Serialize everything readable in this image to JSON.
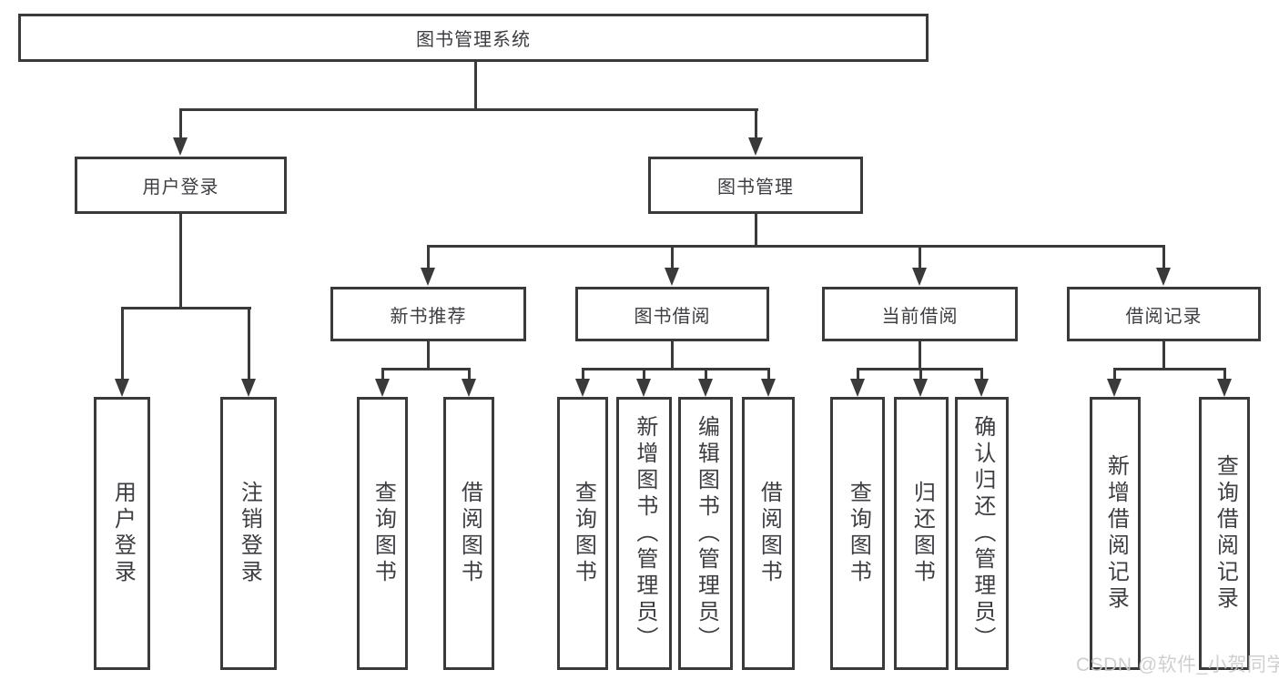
{
  "diagram": {
    "title": "图书管理系统",
    "level2": {
      "user_login": "用户登录",
      "book_management": "图书管理"
    },
    "level3": {
      "new_book_recommend": "新书推荐",
      "book_borrowing": "图书借阅",
      "current_borrowing": "当前借阅",
      "borrowing_records": "借阅记录"
    },
    "leaves": {
      "login_user_login": "用户登录",
      "login_logout": "注销登录",
      "nbr_query_books": "查询图书",
      "nbr_borrow_books": "借阅图书",
      "bb_query_books": "查询图书",
      "bb_add_books_admin": "新增图书（管理员）",
      "bb_edit_books_admin": "编辑图书（管理员）",
      "bb_borrow_books": "借阅图书",
      "cb_query_books": "查询图书",
      "cb_return_books": "归还图书",
      "cb_confirm_return_admin": "确认归还（管理员）",
      "br_add_record": "新增借阅记录",
      "br_query_record": "查询借阅记录"
    },
    "colors": {
      "line": "#3a3a3a",
      "text": "#3d3d42",
      "background": "#ffffff",
      "watermark": "#cccccc"
    }
  },
  "watermark": "CSDN @软件_小贺同学"
}
